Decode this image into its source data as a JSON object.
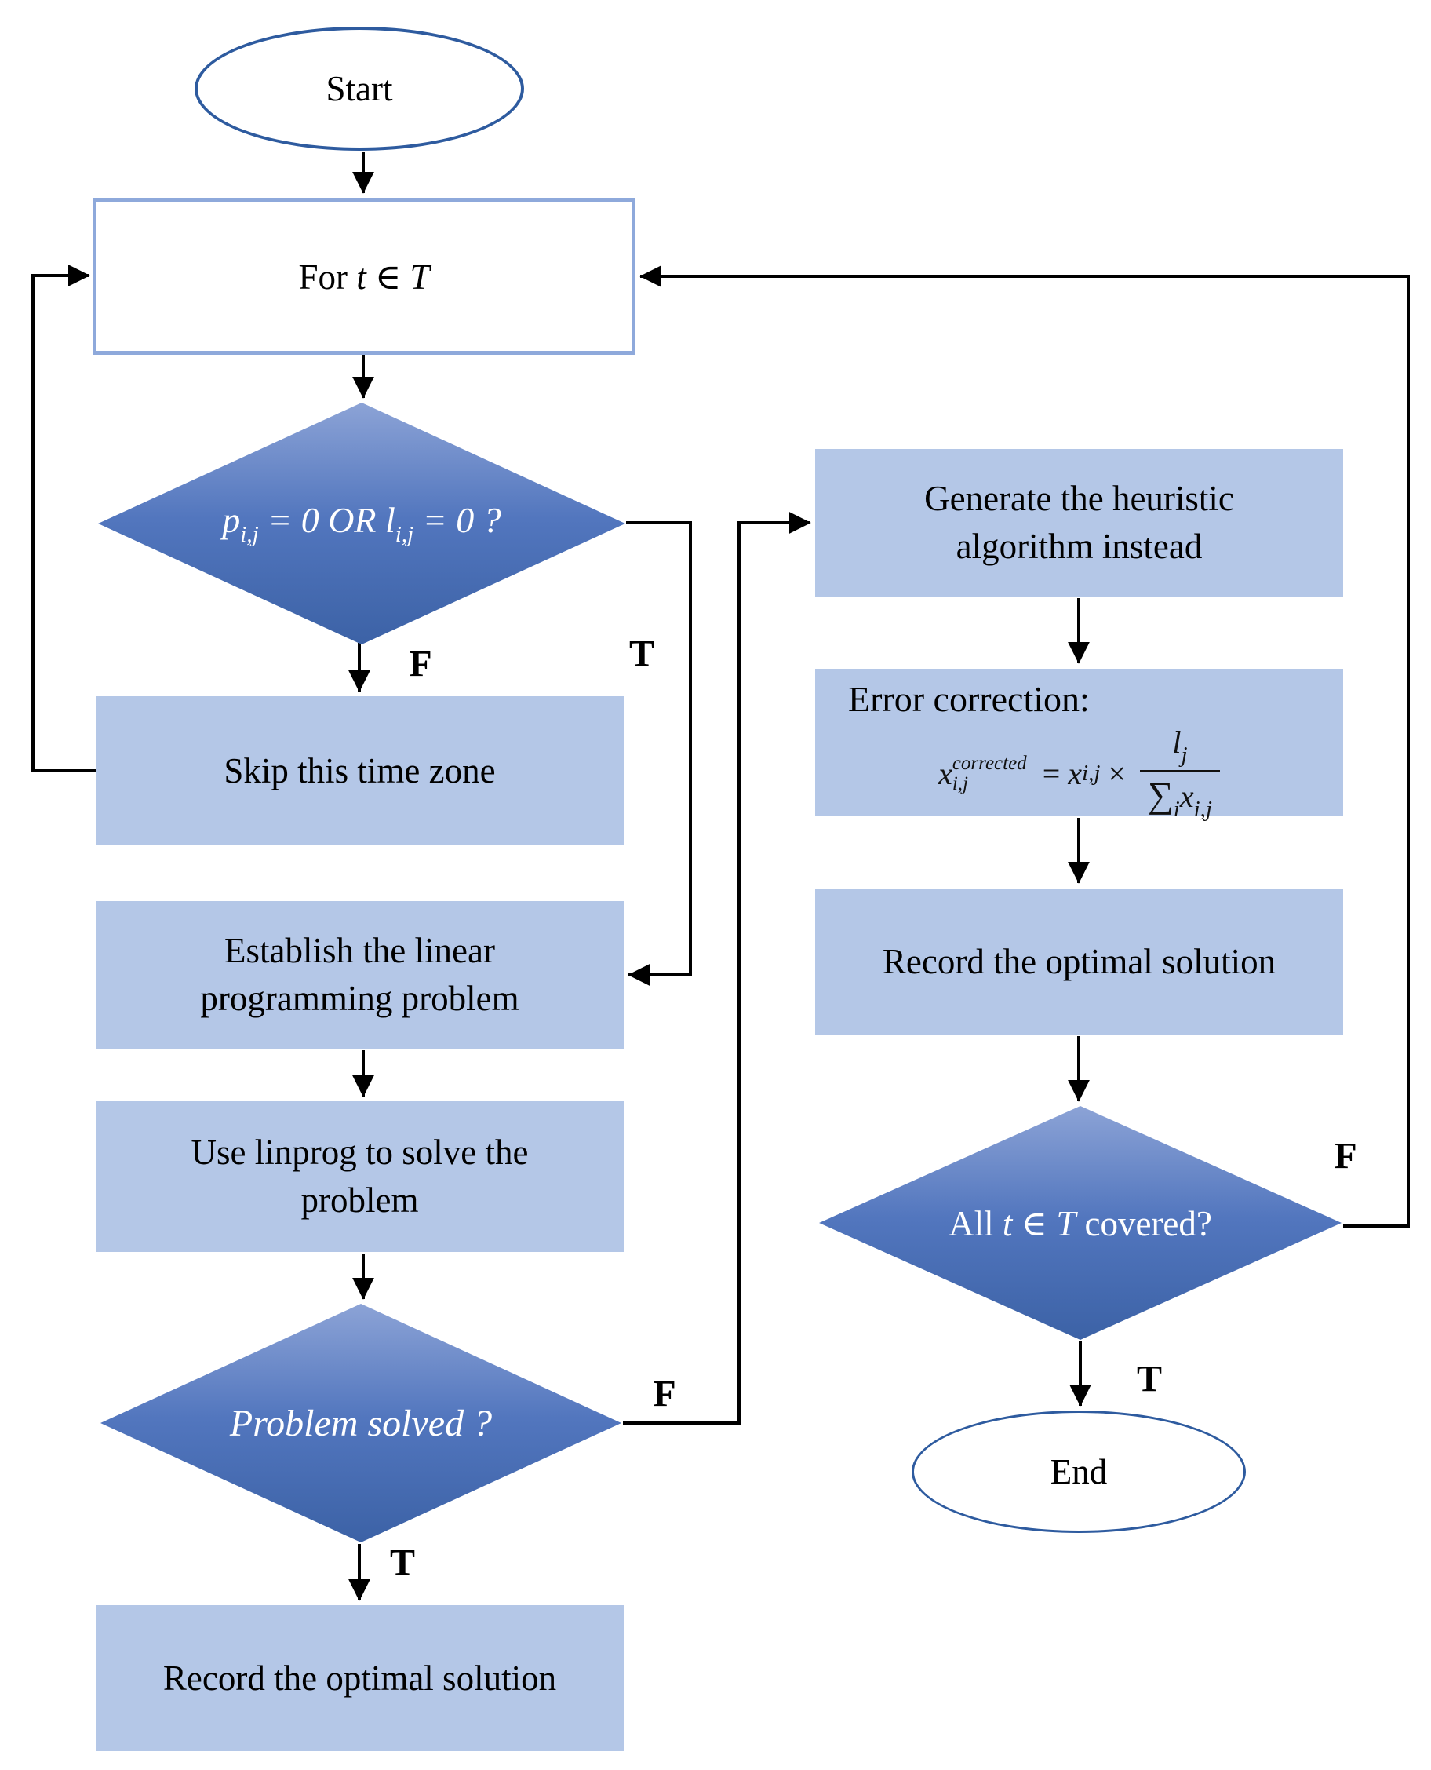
{
  "flowchart": {
    "nodes": {
      "start": {
        "label": "Start"
      },
      "for_loop": {
        "seg_for": "For ",
        "seg_t": "t",
        "seg_in": " ∈ ",
        "seg_T": "T"
      },
      "decision_zero": {
        "seg_p": "p",
        "seg_p_sub": "i,j",
        "seg_mid": " = 0 OR ",
        "seg_l": "l",
        "seg_l_sub": "i,j",
        "seg_end": " = 0 ?"
      },
      "skip": {
        "label": "Skip this time zone"
      },
      "establish": {
        "lines": [
          "Establish the linear",
          "programming problem"
        ]
      },
      "linprog": {
        "lines": [
          "Use linprog to solve the",
          "problem"
        ]
      },
      "decision_solved": {
        "label": "Problem solved ?"
      },
      "record_left": {
        "label": "Record the optimal solution"
      },
      "generate": {
        "lines": [
          "Generate the heuristic",
          "algorithm instead"
        ]
      },
      "error_correction": {
        "title": "Error correction:",
        "formula": {
          "lhs_base": "x",
          "lhs_sup": "corrected",
          "lhs_sub": "i,j",
          "equals": "=",
          "rhs_base": "x",
          "rhs_sub": "i,j",
          "times": "×",
          "num_base": "l",
          "num_sub": "j",
          "den_sum": "∑",
          "den_sum_sub": "i",
          "den_base": "x",
          "den_sub": "i,j"
        }
      },
      "record_right": {
        "label": "Record the optimal solution"
      },
      "decision_covered": {
        "seg_all": "All ",
        "seg_t": "t",
        "seg_in": " ∈ ",
        "seg_T": "T",
        "seg_end": " covered?"
      },
      "end": {
        "label": "End"
      }
    },
    "edge_labels": {
      "zero_false": "F",
      "zero_true": "T",
      "solved_false": "F",
      "solved_true": "T",
      "covered_false": "F",
      "covered_true": "T"
    },
    "colors": {
      "process_fill": "#B4C7E7",
      "loop_box_border": "#8EA9DB",
      "terminator_border": "#2E5B9F",
      "diamond_gradient_top": "#8CA3D6",
      "diamond_gradient_mid": "#5276BE",
      "diamond_gradient_bottom": "#3C62A6",
      "connector": "#000000"
    }
  }
}
